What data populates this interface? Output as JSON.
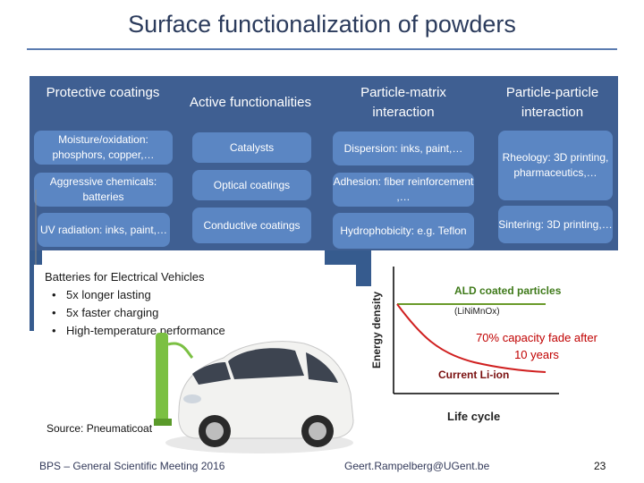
{
  "title": "Surface functionalization of powders",
  "headers": [
    "Protective coatings",
    "Active functionalities",
    "Particle-matrix interaction",
    "Particle-particle interaction"
  ],
  "protective": [
    "Moisture/oxidation: phosphors, copper,…",
    "Aggressive chemicals: batteries",
    "UV radiation: inks, paint,…"
  ],
  "active": [
    "Catalysts",
    "Optical coatings",
    "Conductive coatings"
  ],
  "matrix": [
    "Dispersion: inks, paint,…",
    "Adhesion: fiber reinforcement ,…",
    "Hydrophobicity: e.g. Teflon"
  ],
  "particle": [
    "Rheology: 3D printing, pharmaceutics,…",
    "Sintering: 3D printing,…"
  ],
  "ev": {
    "heading": "Batteries for Electrical Vehicles",
    "bullets": [
      "5x longer lasting",
      "5x faster charging",
      "High-temperature performance"
    ]
  },
  "plot": {
    "ylabel": "Energy density",
    "xlabel": "Life cycle",
    "ald_label": "ALD coated particles",
    "formula": "(LiNiMnOx)",
    "fade_label": "70% capacity fade after 10 years",
    "current_label": "Current Li-ion"
  },
  "source": "Source: Pneumaticoat",
  "footer": {
    "left": "BPS – General Scientific Meeting 2016",
    "center": "Geert.Rampelberg@UGent.be",
    "page": "23"
  },
  "colors": {
    "panel": "#3f5f92",
    "box": "#5b86c3",
    "ald_line": "#6a9a2a",
    "fade_line": "#d02020",
    "fade_text": "#c00000",
    "current_text": "#7a1010"
  }
}
